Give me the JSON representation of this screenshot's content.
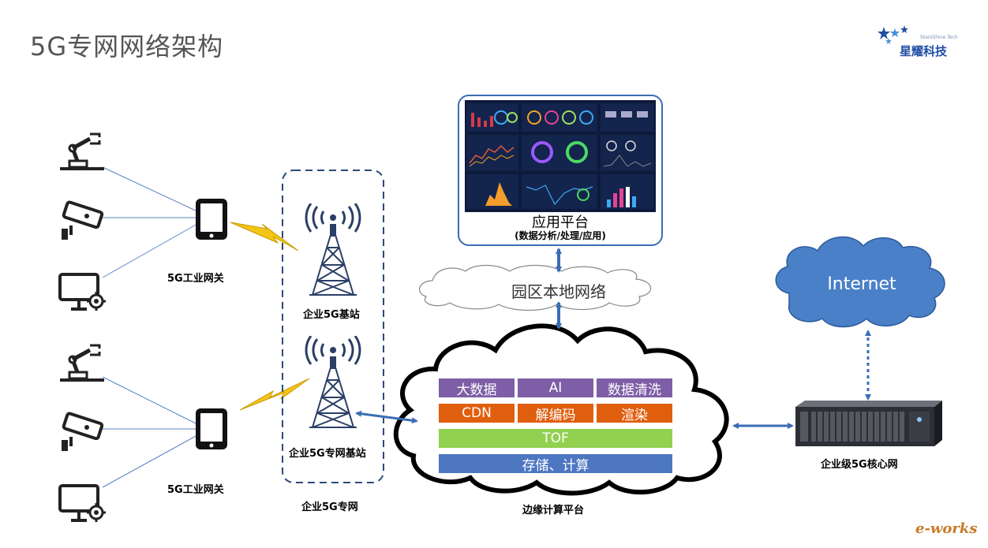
{
  "title": "5G专网网络架构",
  "brand": {
    "name": "星耀科技",
    "sub": "StarsShine Tech",
    "watermark": "e-works"
  },
  "gateway_labels": [
    "5G工业网关",
    "5G工业网关"
  ],
  "base_stations": [
    "企业5G基站",
    "企业5G专网基站"
  ],
  "private_network_label": "企业5G专网",
  "app_platform": {
    "title": "应用平台",
    "subtitle": "(数据分析/处理/应用)"
  },
  "campus_network": "园区本地网络",
  "internet": "Internet",
  "core_network": "企业级5G核心网",
  "edge_platform": {
    "label": "边缘计算平台",
    "row1": [
      "大数据",
      "AI",
      "数据清洗"
    ],
    "row2": [
      "CDN",
      "解编码",
      "渲染"
    ],
    "row3": "TOF",
    "row4": "存储、计算"
  },
  "colors": {
    "purple": "#7e5ea6",
    "orange": "#e05f0e",
    "green": "#92d04f",
    "blue": "#4d77c1",
    "internet_cloud": "#4a80c8",
    "arrow": "#3a6db4",
    "lightning": "#f4c516"
  },
  "icons": [
    "robot-arm-icon",
    "cctv-camera-icon",
    "monitor-gear-icon",
    "tablet-icon",
    "cell-tower-icon",
    "server-icon",
    "lightning-icon"
  ]
}
